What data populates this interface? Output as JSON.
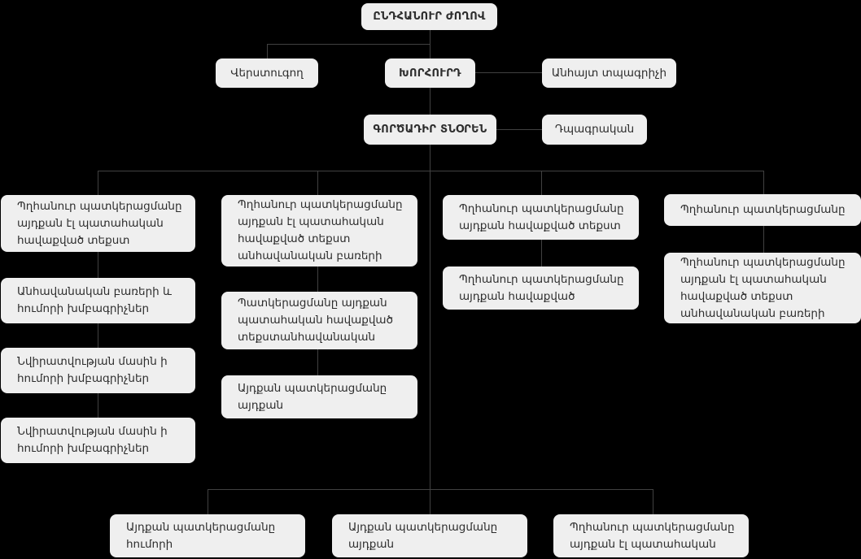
{
  "colors": {
    "background": "#000000",
    "node_fill": "#efefef",
    "node_text": "#2d2d2d",
    "line": "#414141"
  },
  "nodes": {
    "general_assembly": {
      "label": "ԸՆԴՀԱՆՈՒՐ ԺՈՂՈՎ"
    },
    "auditor": {
      "label": "Վերստուգող"
    },
    "council": {
      "label": "ԽՈՐՀՈՒՐԴ"
    },
    "unknown_printer": {
      "label": "Անհայտ տպագրիչի"
    },
    "executive_director": {
      "label": "ԳՈՐԾԱԴԻՐ ՏՆՕՐԵՆ"
    },
    "dpagrakan": {
      "label": "Դպագրական"
    },
    "col1_box1": {
      "label": "Պղհանուր պատկերացմանը այդքան էլ պատահական հավաքված տեքստ"
    },
    "col1_box2": {
      "label": "Անհավանական բառերի և հումորի խմբագրիչներ"
    },
    "col1_box3": {
      "label": "Նվիրատվության մասին ի հումորի խմբագրիչներ"
    },
    "col1_box4": {
      "label": "Նվիրատվության մասին ի հումորի խմբագրիչներ"
    },
    "col2_box1": {
      "label": "Պղհանուր պատկերացմանը այդքան էլ պատահական հավաքված տեքստ անհավանական բառերի"
    },
    "col2_box2": {
      "label": "Պատկերացմանը այդքան պատահական հավաքված տեքստանհավանական"
    },
    "col2_box3": {
      "label": "Այդքան պատկերացմանը այդքան"
    },
    "col3_box1": {
      "label": "Պղհանուր պատկերացմանը այդքան հավաքված տեքստ"
    },
    "col3_box2": {
      "label": "Պղհանուր պատկերացմանը այդքան հավաքված"
    },
    "col4_box1": {
      "label": "Պղհանուր պատկերացմանը"
    },
    "col4_box2": {
      "label": "Պղհանուր պատկերացմանը այդքան էլ պատահական հավաքված տեքստ անհավանական բառերի"
    },
    "bottom_box1": {
      "label": "Այդքան պատկերացմանը հումորի"
    },
    "bottom_box2": {
      "label": "Այդքան պատկերացմանը այդքան"
    },
    "bottom_box3": {
      "label": "Պղհանուր պատկերացմանը այդքան էլ պատահական"
    }
  }
}
